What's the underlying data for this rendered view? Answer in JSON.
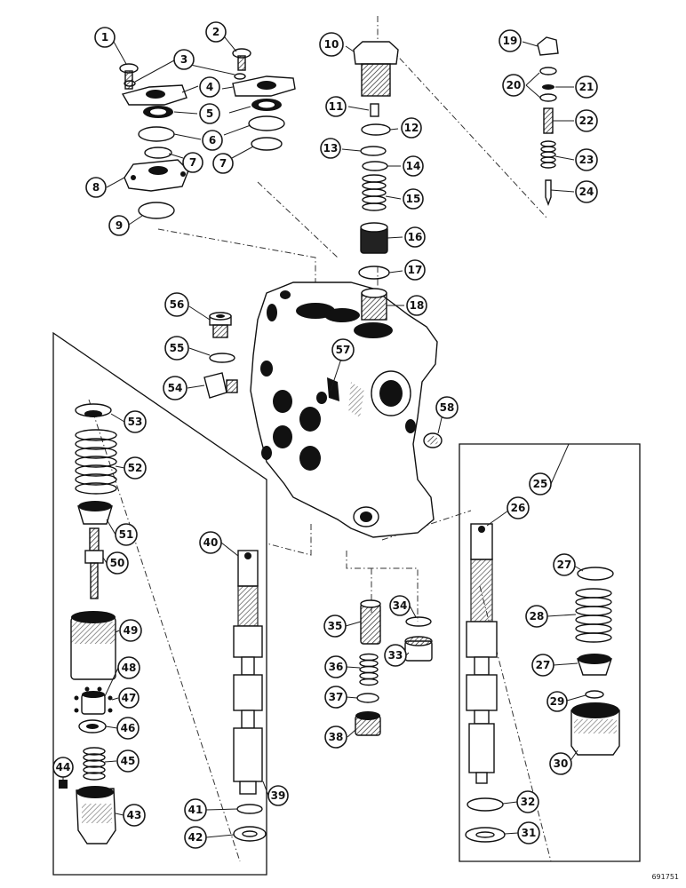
{
  "figure_id": "691751",
  "callouts": [
    {
      "label": "1"
    },
    {
      "label": "2"
    },
    {
      "label": "3"
    },
    {
      "label": "4"
    },
    {
      "label": "5"
    },
    {
      "label": "6"
    },
    {
      "label": "7"
    },
    {
      "label": "7"
    },
    {
      "label": "8"
    },
    {
      "label": "9"
    },
    {
      "label": "10"
    },
    {
      "label": "11"
    },
    {
      "label": "12"
    },
    {
      "label": "13"
    },
    {
      "label": "14"
    },
    {
      "label": "15"
    },
    {
      "label": "16"
    },
    {
      "label": "17"
    },
    {
      "label": "18"
    },
    {
      "label": "19"
    },
    {
      "label": "20"
    },
    {
      "label": "21"
    },
    {
      "label": "22"
    },
    {
      "label": "23"
    },
    {
      "label": "24"
    },
    {
      "label": "25"
    },
    {
      "label": "26"
    },
    {
      "label": "27"
    },
    {
      "label": "27"
    },
    {
      "label": "28"
    },
    {
      "label": "29"
    },
    {
      "label": "30"
    },
    {
      "label": "31"
    },
    {
      "label": "32"
    },
    {
      "label": "33"
    },
    {
      "label": "34"
    },
    {
      "label": "35"
    },
    {
      "label": "36"
    },
    {
      "label": "37"
    },
    {
      "label": "38"
    },
    {
      "label": "39"
    },
    {
      "label": "40"
    },
    {
      "label": "41"
    },
    {
      "label": "42"
    },
    {
      "label": "43"
    },
    {
      "label": "44"
    },
    {
      "label": "45"
    },
    {
      "label": "46"
    },
    {
      "label": "47"
    },
    {
      "label": "48"
    },
    {
      "label": "49"
    },
    {
      "label": "50"
    },
    {
      "label": "51"
    },
    {
      "label": "52"
    },
    {
      "label": "53"
    },
    {
      "label": "54"
    },
    {
      "label": "55"
    },
    {
      "label": "56"
    },
    {
      "label": "57"
    },
    {
      "label": "58"
    }
  ]
}
